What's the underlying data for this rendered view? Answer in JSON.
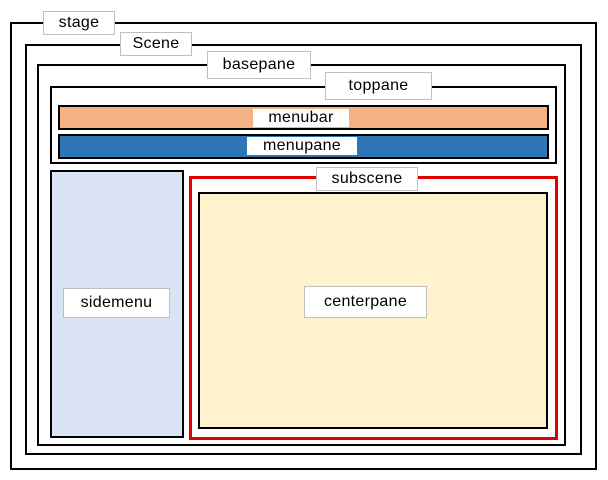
{
  "diagram": {
    "containers": {
      "stage": "stage",
      "scene": "Scene",
      "basepane": "basepane",
      "toppane": "toppane",
      "menubar": "menubar",
      "menupane": "menupane",
      "sidemenu": "sidemenu",
      "subscene": "subscene",
      "centerpane": "centerpane"
    },
    "colors": {
      "frame_border": "#000000",
      "subscene_border": "#e00000",
      "menubar_fill": "#f4b183",
      "menupane_fill": "#2e75b6",
      "sidemenu_fill": "#dae3f3",
      "centerpane_fill": "#fff2cc",
      "label_fill": "#ffffff",
      "label_border": "#bfbfbf"
    }
  }
}
